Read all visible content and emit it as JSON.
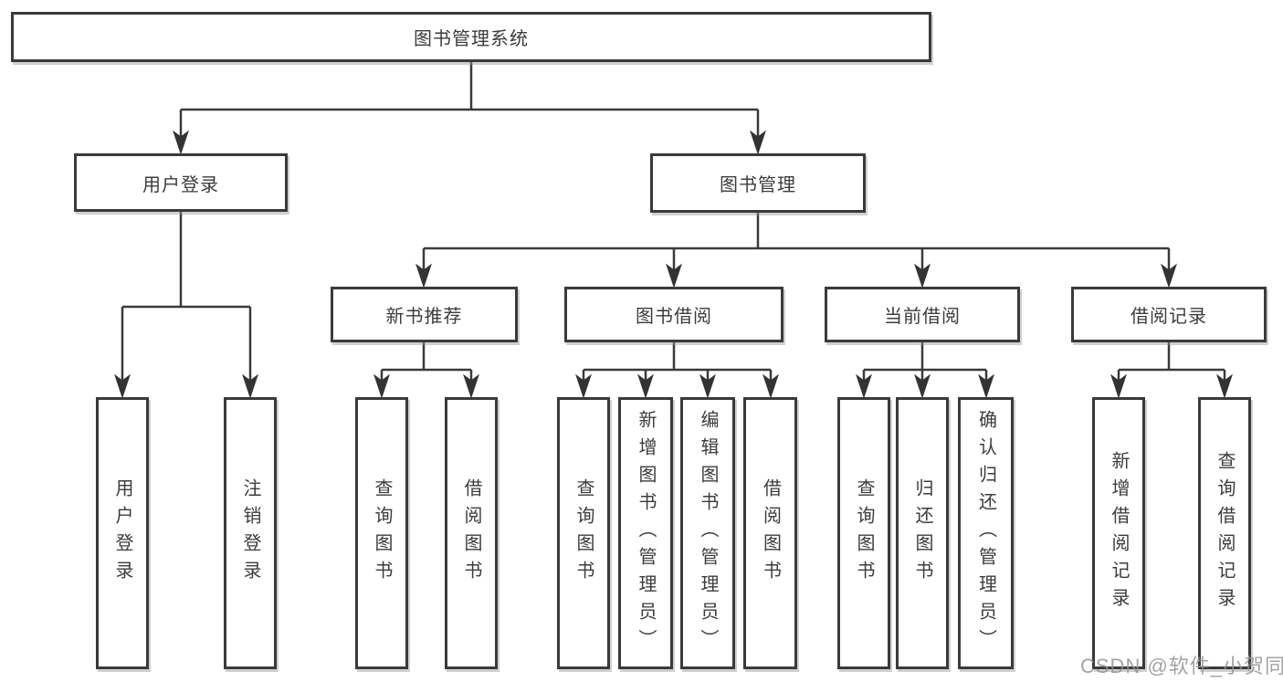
{
  "diagram": {
    "tree": {
      "label": "图书管理系统",
      "children": [
        {
          "label": "用户登录",
          "children": [
            {
              "label": "用户登录"
            },
            {
              "label": "注销登录"
            }
          ]
        },
        {
          "label": "图书管理",
          "children": [
            {
              "label": "新书推荐",
              "children": [
                {
                  "label": "查询图书"
                },
                {
                  "label": "借阅图书"
                }
              ]
            },
            {
              "label": "图书借阅",
              "children": [
                {
                  "label": "查询图书"
                },
                {
                  "label": "新增图书（管理员）"
                },
                {
                  "label": "编辑图书（管理员）"
                },
                {
                  "label": "借阅图书"
                }
              ]
            },
            {
              "label": "当前借阅",
              "children": [
                {
                  "label": "查询图书"
                },
                {
                  "label": "归还图书"
                },
                {
                  "label": "确认归还（管理员）"
                }
              ]
            },
            {
              "label": "借阅记录",
              "children": [
                {
                  "label": "新增借阅记录"
                },
                {
                  "label": "查询借阅记录"
                }
              ]
            }
          ]
        }
      ]
    },
    "colors": {
      "line": "#3a3a3a",
      "arrow": "#333333",
      "text": "#3c3c3c",
      "background": "#ffffff",
      "watermark": "#949494"
    }
  },
  "watermark": {
    "text": "CSDN @软件_小贺同学"
  }
}
